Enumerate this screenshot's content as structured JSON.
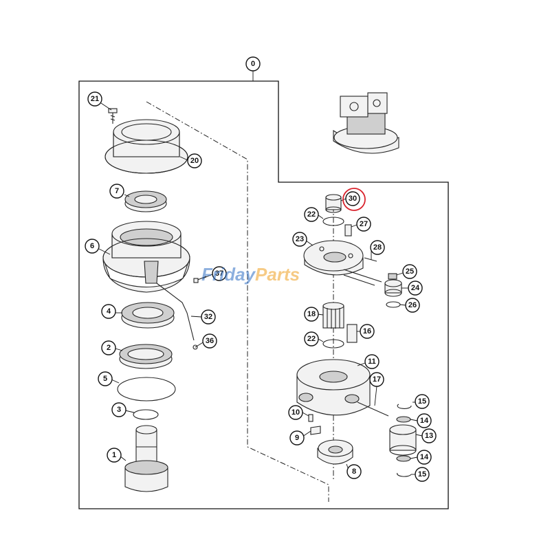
{
  "diagram": {
    "root_callout": "0",
    "highlighted_callout": "30",
    "highlight_color": "#d9232d",
    "callouts": [
      "21",
      "20",
      "7",
      "6",
      "37",
      "4",
      "32",
      "2",
      "36",
      "5",
      "3",
      "1",
      "30",
      "22",
      "27",
      "23",
      "28",
      "25",
      "24",
      "26",
      "18",
      "16",
      "22",
      "11",
      "17",
      "15",
      "10",
      "14",
      "9",
      "13",
      "14",
      "8",
      "15"
    ]
  },
  "watermark": {
    "part_a": "Friday",
    "part_b": "Parts",
    "color_a": "#2f6fc4",
    "color_b": "#f0a020"
  }
}
